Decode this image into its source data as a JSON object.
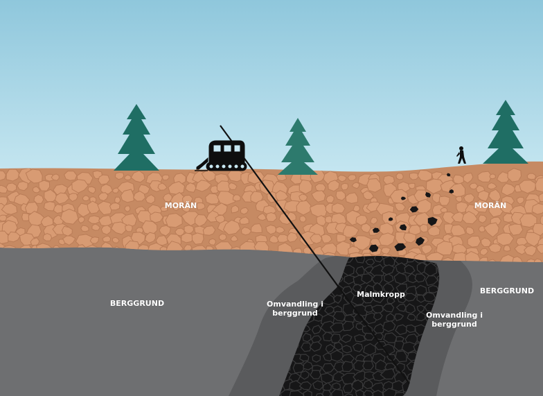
{
  "labels": {
    "moran_left": "MORÄN",
    "moran_right": "MORÄN",
    "berggrund_left": "BERGGRUND",
    "berggrund_right": "BERGGRUND",
    "omvandling_left": "Omvandling i\nberggrund",
    "omvandling_right": "Omvandling i\nberggrund",
    "malmkropp": "Malmkropp"
  },
  "icons": [
    "spruce-tree-icon",
    "drill-rig-vehicle-icon",
    "hiker-person-icon"
  ],
  "colors": {
    "sky_top": "#8fc7dc",
    "sky_bottom": "#c7e7f1",
    "moraine": "#c68a63",
    "moraine_stone": "#d89b73",
    "moraine_outline": "#b97c57",
    "bedrock": "#6e6f71",
    "alteration": "#5a5b5d",
    "ore": "#161617",
    "ore_outline": "#3a3a3b",
    "tree": "#1f6e64",
    "tree_far": "#2d7a6d",
    "vehicle": "#0e0e0e",
    "drill_line": "#111111",
    "label_text": "#ffffff"
  }
}
